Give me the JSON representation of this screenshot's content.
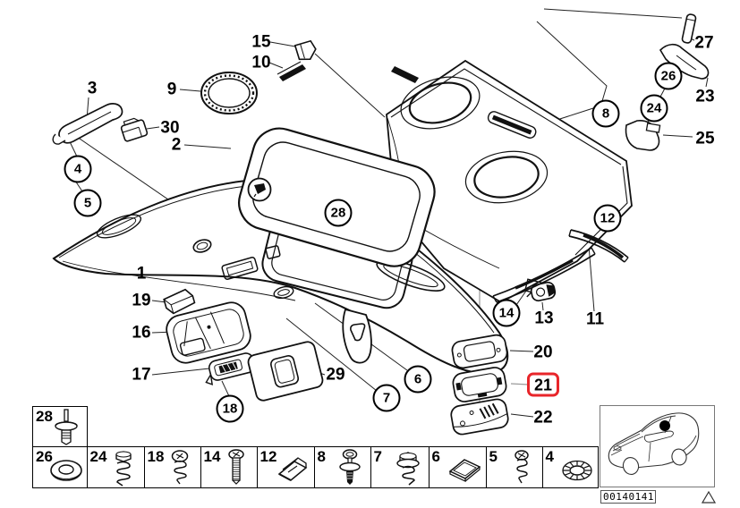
{
  "diagram": {
    "highlight_color": "#e8252a",
    "highlighted_part": "21",
    "callouts": [
      {
        "label": "1",
        "style": "plain"
      },
      {
        "label": "2",
        "style": "plain"
      },
      {
        "label": "3",
        "style": "plain"
      },
      {
        "label": "4",
        "style": "circled"
      },
      {
        "label": "5",
        "style": "circled"
      },
      {
        "label": "6",
        "style": "circled"
      },
      {
        "label": "7",
        "style": "circled"
      },
      {
        "label": "8",
        "style": "circled"
      },
      {
        "label": "9",
        "style": "plain"
      },
      {
        "label": "10",
        "style": "plain"
      },
      {
        "label": "11",
        "style": "plain"
      },
      {
        "label": "12",
        "style": "circled"
      },
      {
        "label": "13",
        "style": "plain"
      },
      {
        "label": "14",
        "style": "circled"
      },
      {
        "label": "15",
        "style": "plain"
      },
      {
        "label": "16",
        "style": "plain"
      },
      {
        "label": "17",
        "style": "plain"
      },
      {
        "label": "18",
        "style": "circled"
      },
      {
        "label": "19",
        "style": "plain"
      },
      {
        "label": "20",
        "style": "plain"
      },
      {
        "label": "21",
        "style": "highlighted"
      },
      {
        "label": "22",
        "style": "plain"
      },
      {
        "label": "23",
        "style": "plain"
      },
      {
        "label": "24",
        "style": "circled"
      },
      {
        "label": "25",
        "style": "plain"
      },
      {
        "label": "26",
        "style": "circled"
      },
      {
        "label": "27",
        "style": "plain"
      },
      {
        "label": "28",
        "style": "circled"
      },
      {
        "label": "29",
        "style": "plain"
      },
      {
        "label": "30",
        "style": "plain"
      }
    ]
  },
  "fastener_table": {
    "featured_cell": {
      "label": "28",
      "icon": "expanding-rivet-icon"
    },
    "cells": [
      {
        "label": "26",
        "icon": "washer-icon"
      },
      {
        "label": "24",
        "icon": "hex-screw-icon"
      },
      {
        "label": "18",
        "icon": "pan-head-screw-icon"
      },
      {
        "label": "14",
        "icon": "machine-screw-icon"
      },
      {
        "label": "12",
        "icon": "sheet-metal-clip-icon"
      },
      {
        "label": "8",
        "icon": "screw-with-washer-icon"
      },
      {
        "label": "7",
        "icon": "hex-flange-screw-icon"
      },
      {
        "label": "6",
        "icon": "trim-pad-icon"
      },
      {
        "label": "5",
        "icon": "pan-head-screw-icon"
      },
      {
        "label": "4",
        "icon": "serrated-washer-icon"
      }
    ]
  },
  "location_inset": {
    "code": "00140141"
  }
}
